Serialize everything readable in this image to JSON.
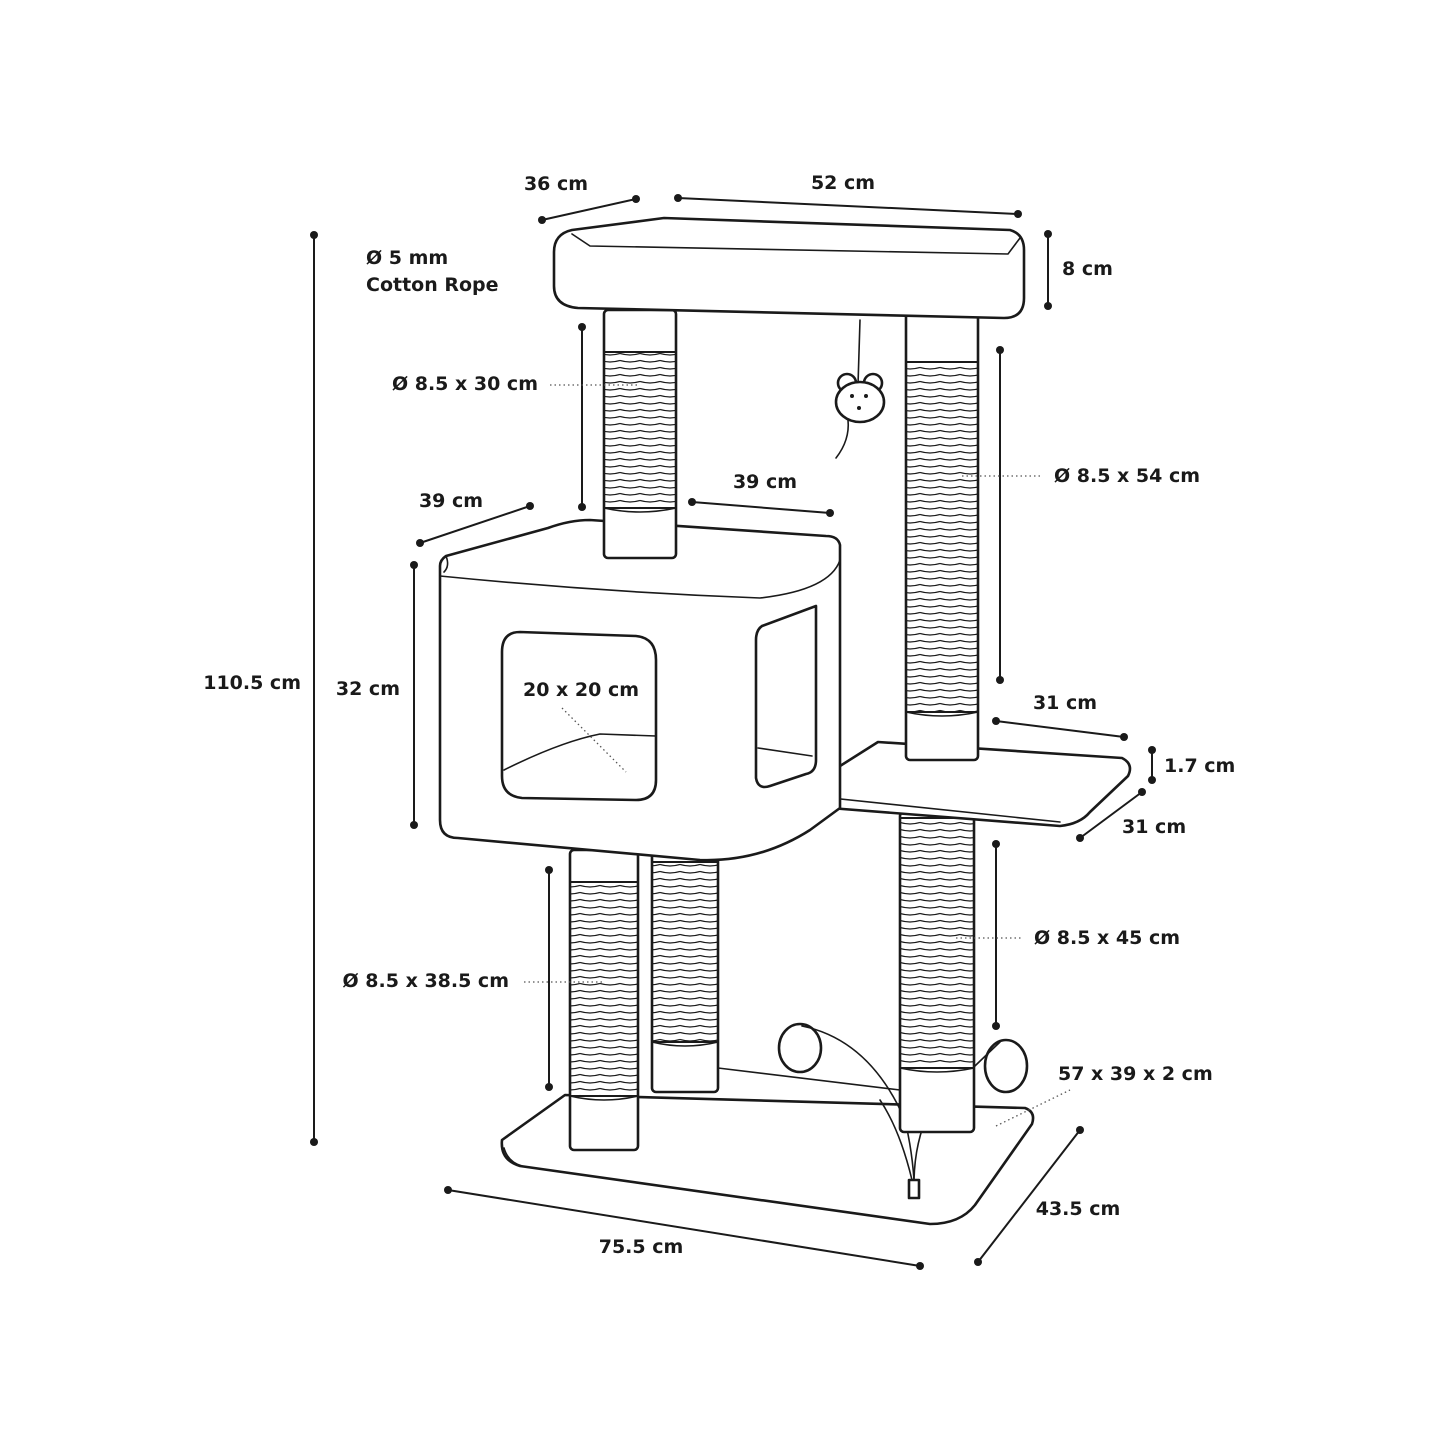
{
  "labels": {
    "top_depth": "36 cm",
    "top_width": "52 cm",
    "top_height": "8 cm",
    "rope_line1": "Ø 5 mm",
    "rope_line2": "Cotton Rope",
    "post_top_left": "Ø 8.5 x 30 cm",
    "post_right_upper": "Ø 8.5 x 54 cm",
    "box_depth": "39 cm",
    "box_width": "39 cm",
    "box_height": "32 cm",
    "overall_height": "110.5 cm",
    "opening": "20 x 20 cm",
    "platform_width": "31 cm",
    "platform_thickness": "1.7 cm",
    "platform_depth": "31 cm",
    "post_right_lower": "Ø 8.5 x 45 cm",
    "post_bottom_left": "Ø 8.5 x 38.5 cm",
    "base_size": "57 x 39 x 2 cm",
    "base_depth": "43.5 cm",
    "base_width": "75.5 cm"
  }
}
